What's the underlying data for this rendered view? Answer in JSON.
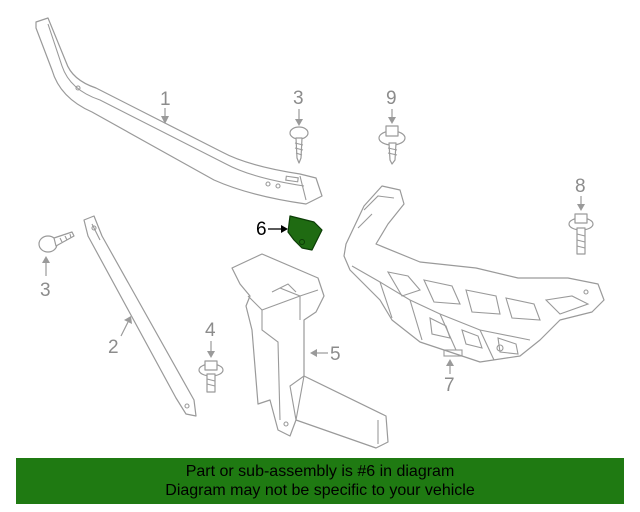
{
  "diagram": {
    "callouts": [
      {
        "id": "1",
        "label": "1"
      },
      {
        "id": "2",
        "label": "2"
      },
      {
        "id": "3a",
        "label": "3"
      },
      {
        "id": "3b",
        "label": "3"
      },
      {
        "id": "4",
        "label": "4"
      },
      {
        "id": "5",
        "label": "5"
      },
      {
        "id": "6",
        "label": "6",
        "highlighted": true
      },
      {
        "id": "7",
        "label": "7"
      },
      {
        "id": "8",
        "label": "8"
      },
      {
        "id": "9",
        "label": "9"
      }
    ],
    "highlight_color": "#1f6b12",
    "line_color": "#9a9a9a"
  },
  "banner": {
    "line1": "Part or sub-assembly is #6 in diagram",
    "line2": "Diagram may not be specific to your vehicle",
    "background": "#1f7a12"
  }
}
